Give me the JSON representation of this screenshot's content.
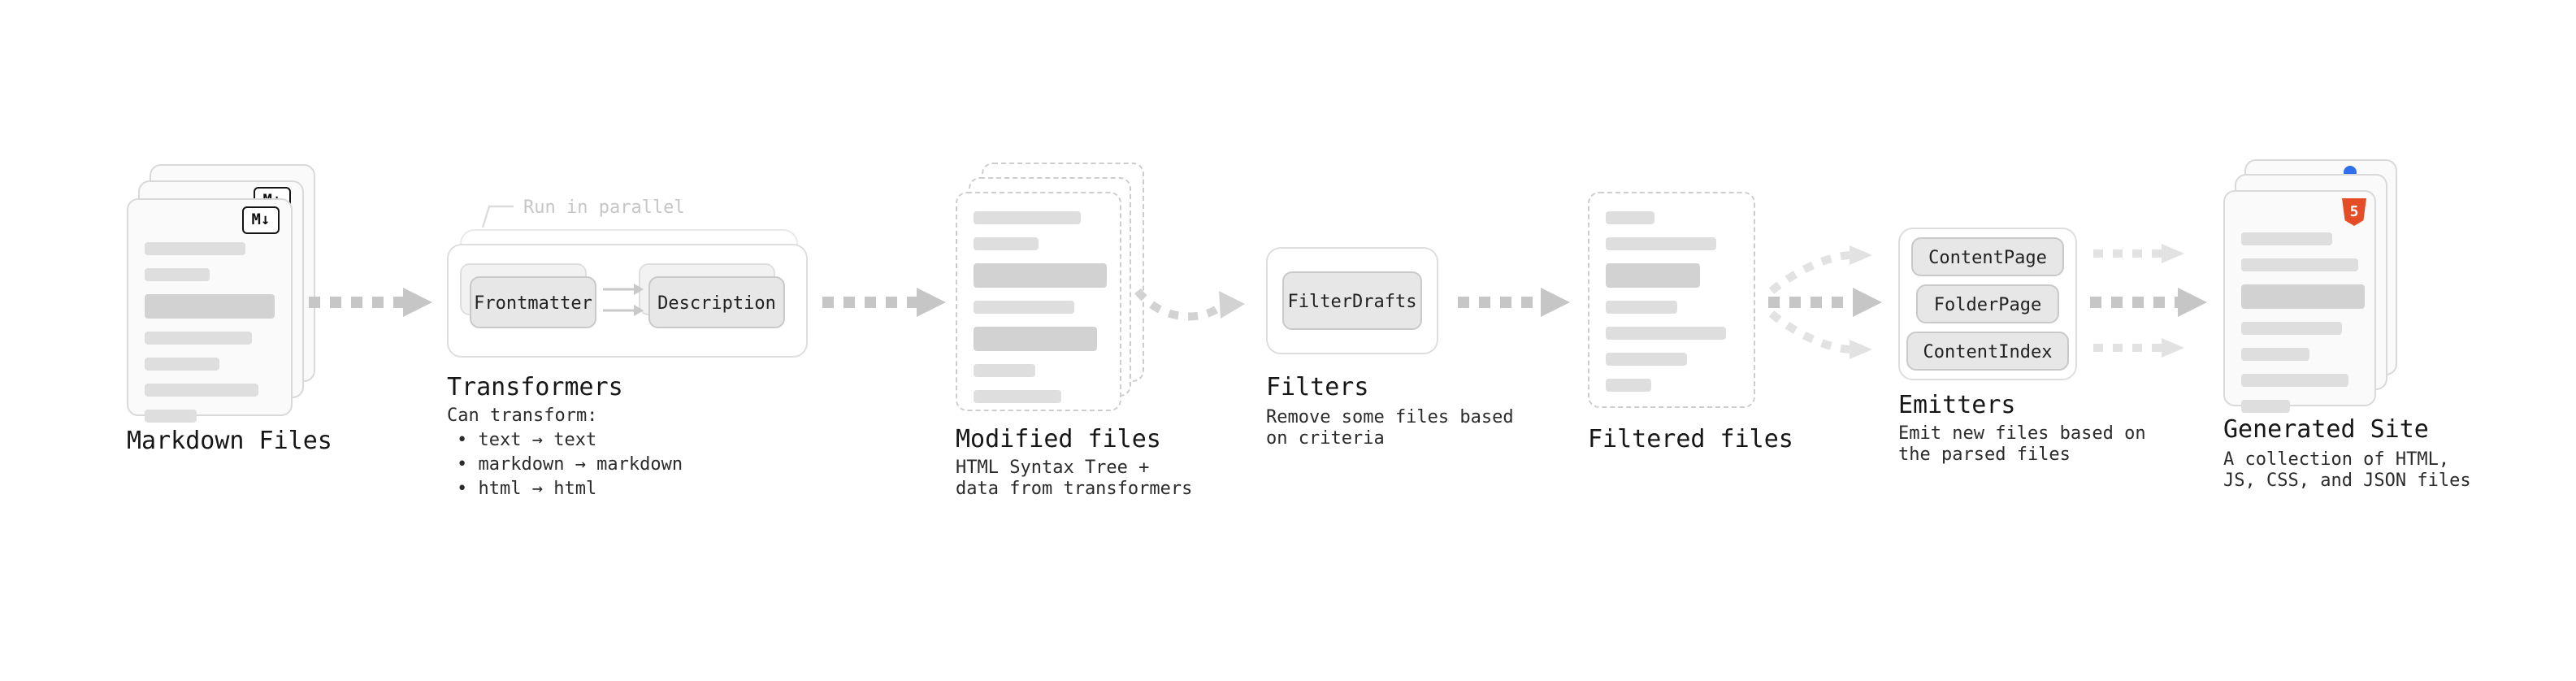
{
  "colors": {
    "background": "#ffffff",
    "card_fill": "#fafafa",
    "card_border": "#d9d9d9",
    "dashed_card_border": "#cdcdcd",
    "skeleton_bar": "#dedede",
    "skeleton_block": "#d2d2d2",
    "button_fill": "#e7e7e7",
    "button_border": "#c9c9c9",
    "arrow": "#c6c6c6",
    "arrow_light": "#e2e2e2",
    "annotation_text": "#c6c6c6",
    "text": "#161616",
    "markdown_badge": "#141414",
    "html5_badge": "#e44d26",
    "favicon_dot": "#2f6fed"
  },
  "markdown_files": {
    "label": "Markdown Files",
    "badge": "M↓"
  },
  "transformers": {
    "label": "Transformers",
    "annotation": "Run in parallel",
    "buttons": [
      "Frontmatter",
      "Description"
    ],
    "caption_title": "Can transform:",
    "caption_bullets": [
      "• text → text",
      "• markdown → markdown",
      "• html → html"
    ]
  },
  "modified_files": {
    "label": "Modified files",
    "caption": "HTML Syntax Tree +\ndata from transformers"
  },
  "filters": {
    "label": "Filters",
    "buttons": [
      "FilterDrafts"
    ],
    "caption": "Remove some files based\non criteria"
  },
  "filtered_files": {
    "label": "Filtered files"
  },
  "emitters": {
    "label": "Emitters",
    "buttons": [
      "ContentPage",
      "FolderPage",
      "ContentIndex"
    ],
    "caption": "Emit new files based on\nthe parsed files"
  },
  "generated_site": {
    "label": "Generated Site",
    "badge": "5",
    "caption": "A collection of HTML,\nJS, CSS, and JSON files"
  }
}
